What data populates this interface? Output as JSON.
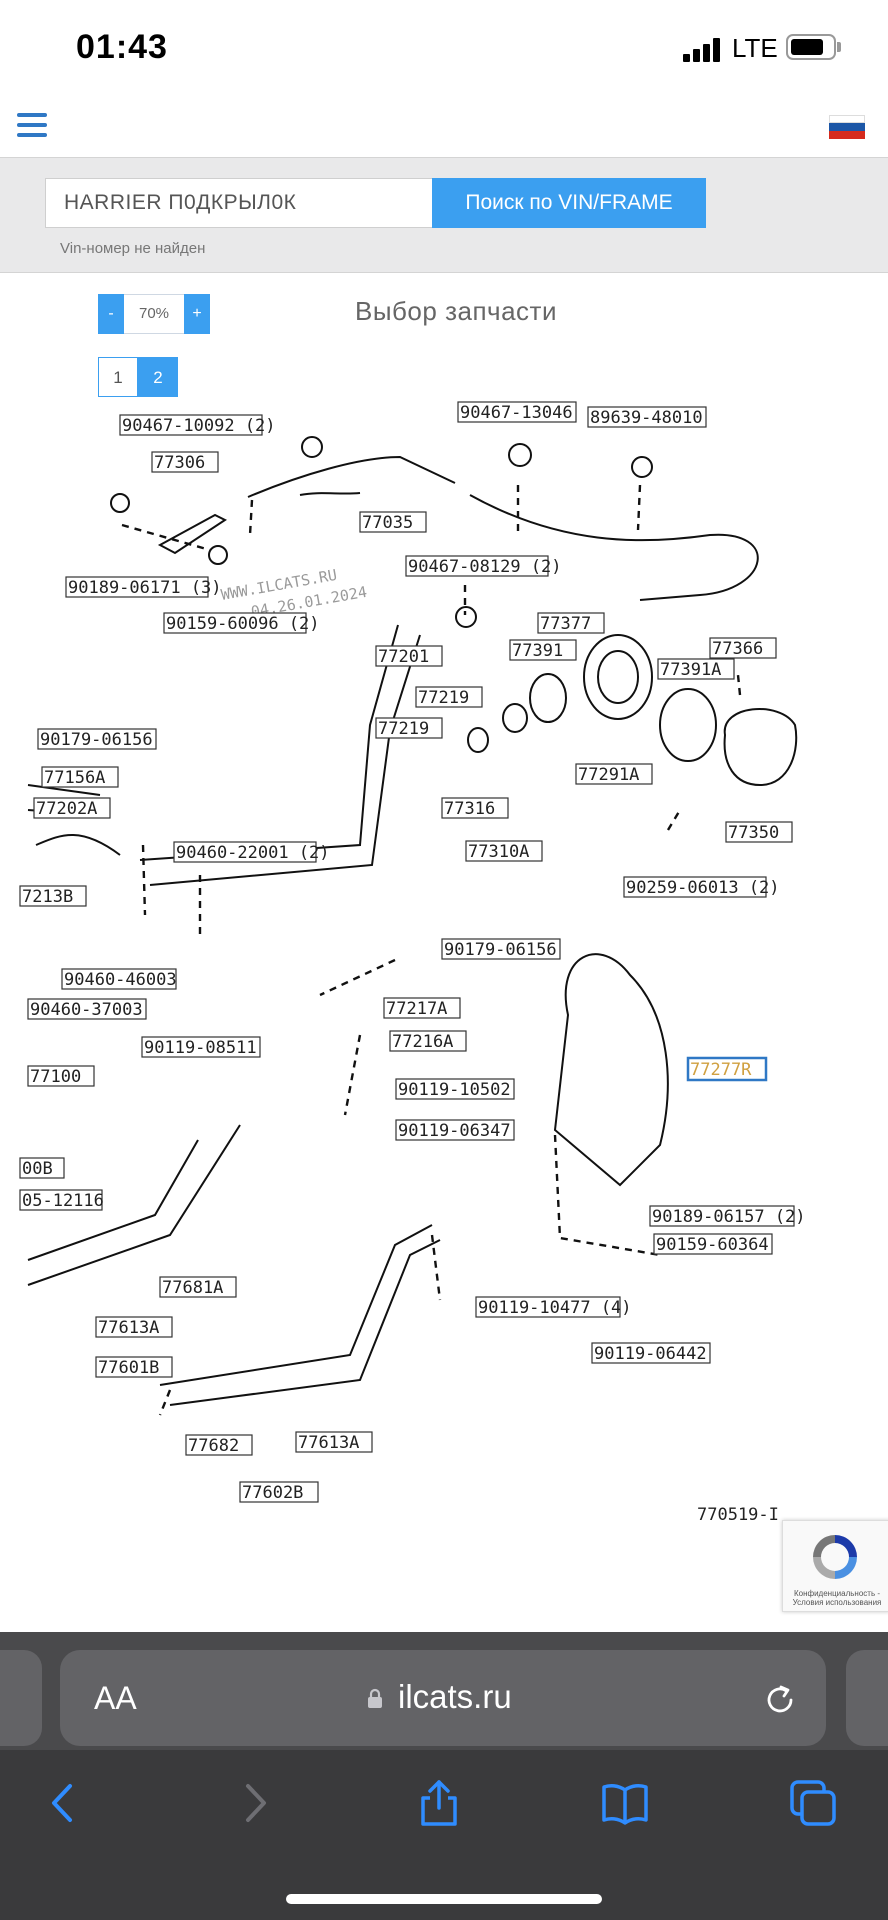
{
  "status_bar": {
    "time": "01:43",
    "network": "LTE"
  },
  "header": {
    "menu_icon": "hamburger-menu-icon",
    "language_flag": "russia-flag-icon"
  },
  "search": {
    "input_value": "HARRIER П0ДКРЫЛ0К",
    "button_label": "Поиск по VIN/FRAME",
    "note": "Vin-номер не найден",
    "accent_color": "#3b9ff0"
  },
  "controls": {
    "zoom_minus": "-",
    "zoom_value": "70%",
    "zoom_plus": "+",
    "page_title": "Выбор запчасти",
    "pages": [
      "1",
      "2"
    ],
    "active_page": "2"
  },
  "diagram": {
    "watermark_line1": "WWW.ILCATS.RU",
    "watermark_line2": "04.26.01.2024",
    "illustration_number": "770519-I",
    "highlighted_part": "77277R",
    "parts": [
      "90467-10092 (2)",
      "77306",
      "77035",
      "90467-13046",
      "89639-48010",
      "90189-06171 (3)",
      "90159-60096 (2)",
      "90467-08129 (2)",
      "77377",
      "77201",
      "77219",
      "77219",
      "77391",
      "77391A",
      "77366",
      "77291A",
      "90179-06156",
      "77156A",
      "77202A",
      "90460-22001 (2)",
      "77316",
      "77310A",
      "77350",
      "90259-06013 (2)",
      "7213B",
      "90460-46003",
      "90179-06156",
      "90460-37003",
      "90119-08511",
      "77217A",
      "77216A",
      "77277R",
      "77100",
      "90119-10502",
      "90119-06347",
      "00B",
      "05-12116",
      "90189-06157 (2)",
      "90159-60364",
      "77681A",
      "90119-10477 (4)",
      "77613A",
      "90119-06442",
      "77601B",
      "77682",
      "77613A",
      "77602B"
    ]
  },
  "recaptcha": {
    "text": "Конфиденциальность - Условия использования"
  },
  "browser": {
    "text_size_label": "AA",
    "domain": "ilcats.ru"
  }
}
